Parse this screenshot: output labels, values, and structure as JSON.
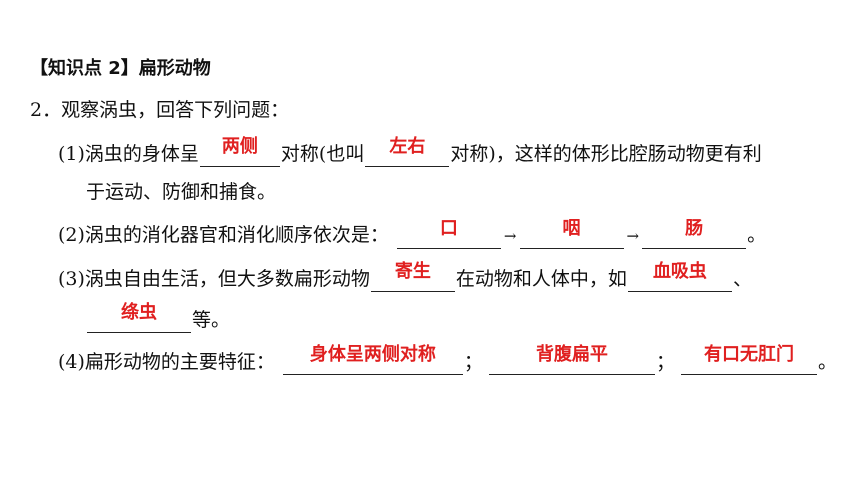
{
  "heading": "【知识点 2】扁形动物",
  "question": "2．观察涡虫，回答下列问题：",
  "q1": {
    "p1": "(1)涡虫的身体呈",
    "a1": "两侧",
    "p2": "对称(也叫",
    "a2": "左右",
    "p3": "对称)，这样的体形比腔肠动物更有利",
    "p4": "于运动、防御和捕食。"
  },
  "q2": {
    "p1": "(2)涡虫的消化器官和消化顺序依次是：",
    "a1": "口",
    "arrow": "→",
    "a2": "咽",
    "a3": "肠",
    "end": "。"
  },
  "q3": {
    "p1": "(3)涡虫自由生活，但大多数扁形动物",
    "a1": "寄生",
    "p2": "在动物和人体中，如",
    "a2": "血吸虫",
    "p3": "、",
    "a3": "绦虫",
    "p4": "等。"
  },
  "q4": {
    "p1": "(4)扁形动物的主要特征：",
    "a1": "身体呈两侧对称",
    "sep": "；",
    "a2": "背腹扁平",
    "a3": "有口无肛门",
    "end": "。"
  },
  "colors": {
    "answer": "#e02020",
    "text": "#111111"
  }
}
